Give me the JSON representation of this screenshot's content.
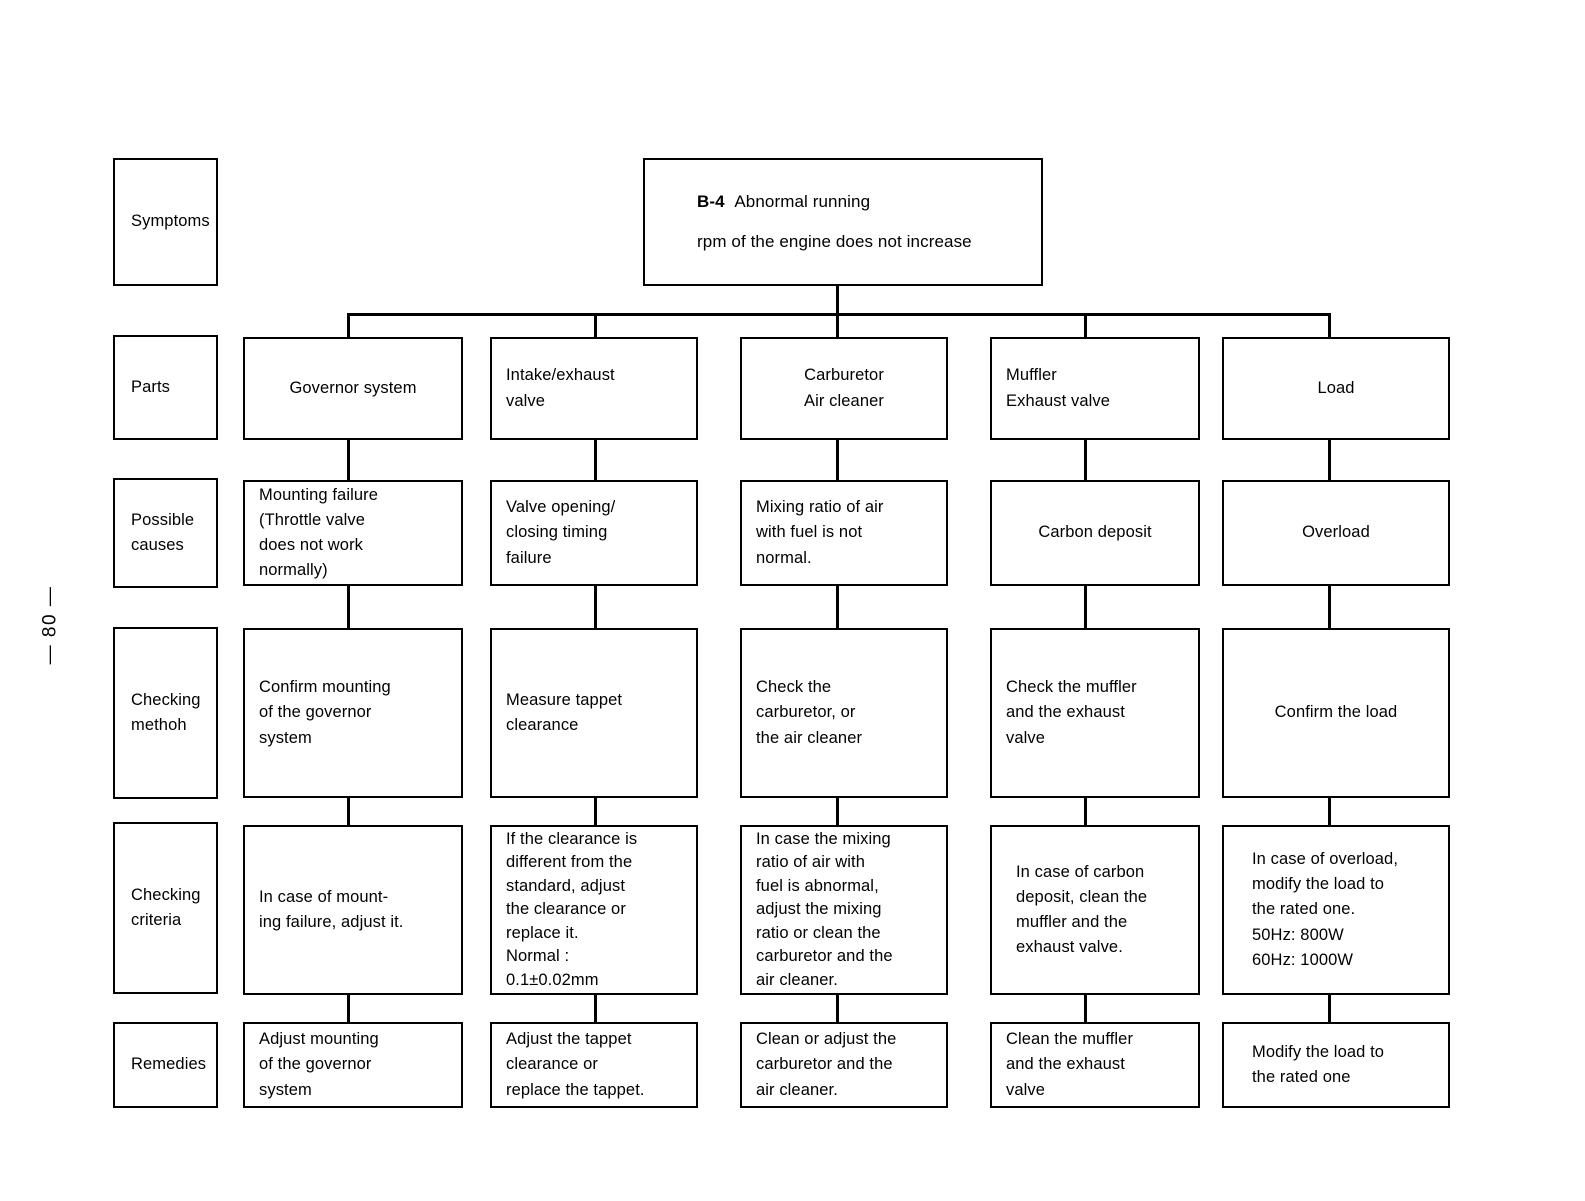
{
  "page": {
    "folio": "— 80 —"
  },
  "symptom": {
    "code": "B-4",
    "title": "Abnormal running",
    "detail": "rpm of the engine does not increase"
  },
  "row_labels": [
    {
      "id": "symptoms",
      "label": "Symptoms"
    },
    {
      "id": "parts",
      "label": "Parts"
    },
    {
      "id": "possible-causes",
      "label": "Possible\ncauses"
    },
    {
      "id": "checking-method",
      "label": "Checking\nmethoh"
    },
    {
      "id": "checking-criteria",
      "label": "Checking\ncriteria"
    },
    {
      "id": "remedies",
      "label": "Remedies"
    }
  ],
  "columns": [
    {
      "id": "governor-system",
      "part": "Governor system",
      "cause": "Mounting failure\n(Throttle valve\ndoes not work\nnormally)",
      "method": "Confirm mounting\nof the governor\nsystem",
      "criteria": "In case of mount-\ning failure, adjust it.",
      "remedy": "Adjust mounting\nof the governor\nsystem"
    },
    {
      "id": "intake-exhaust-valve",
      "part": "Intake/exhaust\nvalve",
      "cause": "Valve opening/\nclosing timing\nfailure",
      "method": "Measure tappet\nclearance",
      "criteria": "If the clearance is\ndifferent from the\nstandard, adjust\nthe clearance or\nreplace it.\nNormal :\n      0.1±0.02mm",
      "remedy": "Adjust the tappet\nclearance or\nreplace the tappet."
    },
    {
      "id": "carburetor-air-cleaner",
      "part": "Carburetor\nAir cleaner",
      "cause": "Mixing ratio of air\nwith fuel is not\nnormal.",
      "method": "Check the\ncarburetor, or\nthe air cleaner",
      "criteria": "In case the mixing\nratio of air with\nfuel is abnormal,\nadjust the mixing\nratio or clean the\ncarburetor and the\nair cleaner.",
      "remedy": "Clean or adjust the\ncarburetor and the\nair cleaner."
    },
    {
      "id": "muffler-exhaust-valve",
      "part": "Muffler\nExhaust valve",
      "cause": "Carbon deposit",
      "method": "Check the muffler\nand the exhaust\nvalve",
      "criteria": "In case of carbon\ndeposit, clean the\nmuffler and the\nexhaust valve.",
      "remedy": "Clean the muffler\nand the exhaust\nvalve"
    },
    {
      "id": "load",
      "part": "Load",
      "cause": "Overload",
      "method": "Confirm the load",
      "criteria": "In case of overload,\nmodify the load to\nthe rated one.\n  50Hz:  800W\n  60Hz: 1000W",
      "remedy": "Modify the load to\nthe rated one"
    }
  ]
}
